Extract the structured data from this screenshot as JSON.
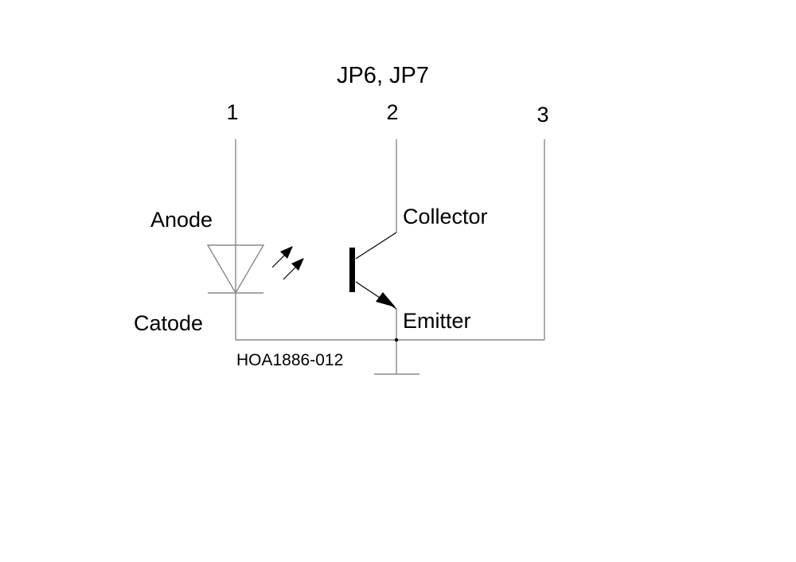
{
  "title": "JP6, JP7",
  "pins": [
    "1",
    "2",
    "3"
  ],
  "labels": {
    "anode": "Anode",
    "cathode": "Catode",
    "collector": "Collector",
    "emitter": "Emitter",
    "part": "HOA1886-012"
  }
}
